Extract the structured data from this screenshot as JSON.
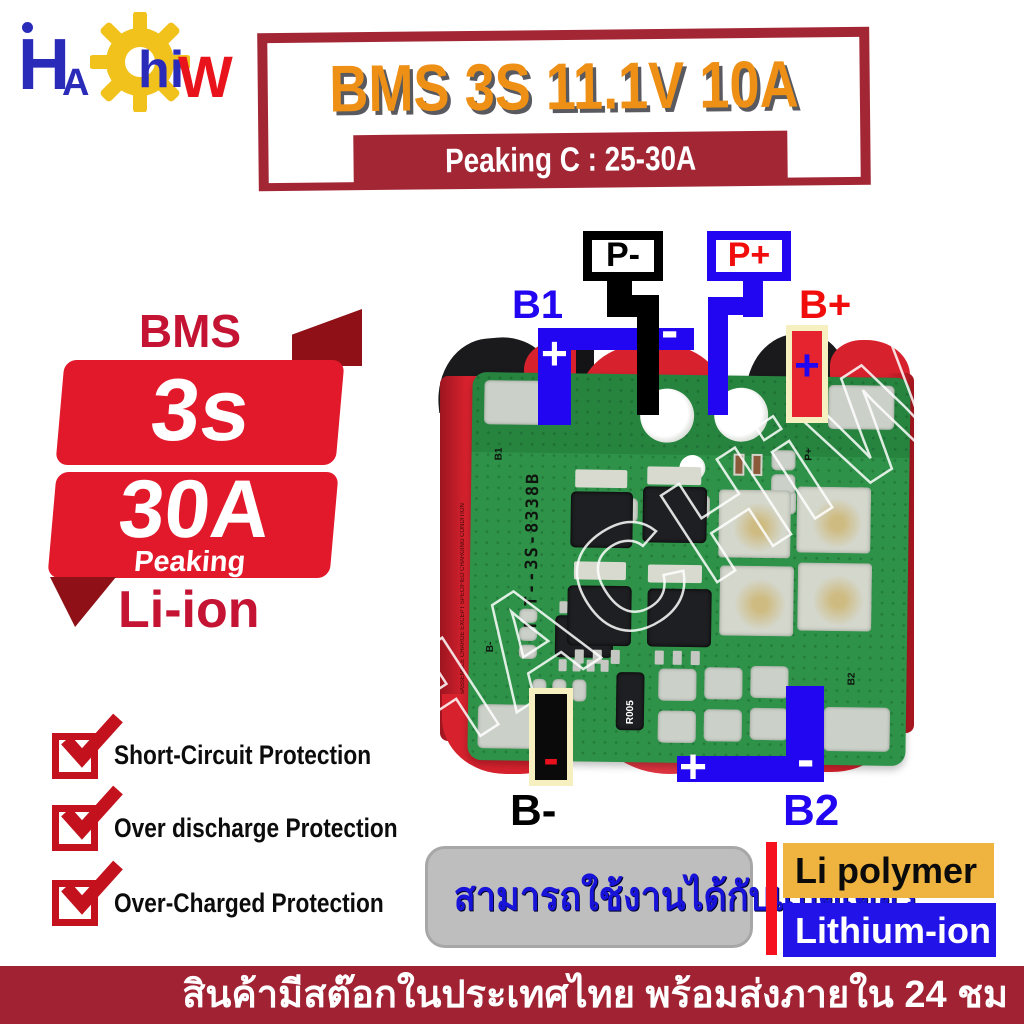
{
  "logo": {
    "h": "H",
    "a": "A",
    "hi": "hi",
    "w": "W",
    "brand": "HaChiW"
  },
  "banner": {
    "title": "BMS 3S 11.1V 10A",
    "subtitle": "Peaking C : 25-30A"
  },
  "ribbon": {
    "heading": "BMS",
    "cells": "3s",
    "current": "30A",
    "current_note": "Peaking",
    "chemistry": "Li-ion"
  },
  "board": {
    "labels": {
      "p_minus": "P-",
      "p_plus": "P+",
      "b1": "B1",
      "b_plus": "B+",
      "b_minus": "B-",
      "b2": "B2"
    },
    "signs": {
      "plus": "+",
      "minus": "-"
    },
    "silkscreen": {
      "main": "TDT--3S-8338B",
      "b1": "B1",
      "p_plus": "P+",
      "b2": "B2",
      "b_minus": "B-",
      "shunt": "R005"
    },
    "watermark": "HACHiW",
    "battery_warning": "DO NOT DISASSEMBLE CHARGE EXCEPT SPECIFIED CHARGING CONDITION"
  },
  "features": [
    {
      "label": "Short-Circuit Protection"
    },
    {
      "label": "Over discharge Protection"
    },
    {
      "label": "Over-Charged Protection"
    }
  ],
  "compatibility": {
    "note_thai": "สามารถใช้งานได้กับแบตเตอรี่",
    "types": [
      {
        "label": "Li polymer"
      },
      {
        "label": "Lithium-ion"
      }
    ]
  },
  "footer": {
    "text_thai": "สินค้ามีสต๊อกในประเทศไทย พร้อมส่งภายใน 24 ชม"
  },
  "colors": {
    "maroon": "#A32635",
    "orange_title": "#EE9016",
    "ribbon_red": "#E2182B",
    "crimson_text": "#C41333",
    "blue": "#2206F2",
    "red": "#F20D0D",
    "pcb_green": "#2E9348",
    "battery_red": "#D7222E",
    "cream": "#F6EFC0",
    "gray_box": "#BFBEBE",
    "li_polymer_orange": "#EFB440",
    "lithium_ion_blue": "#2213E8"
  }
}
